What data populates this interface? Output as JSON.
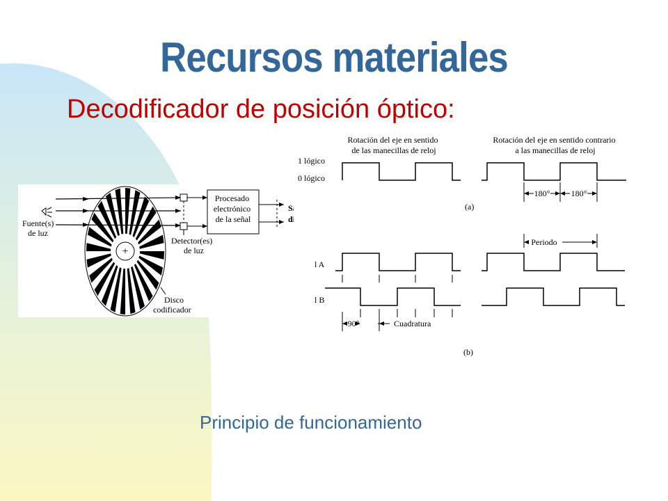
{
  "slide": {
    "title": "Recursos materiales",
    "subtitle": "Decodificador de posición óptico:",
    "caption": "Principio de funcionamiento"
  },
  "encoder": {
    "light_source": [
      "Fuente(s)",
      "de luz"
    ],
    "processor": [
      "Procesado",
      "electrónico",
      "de la señal"
    ],
    "output": [
      "Salida",
      "digital"
    ],
    "detector": [
      "Detector(es)",
      "de luz"
    ],
    "disk": [
      "Disco",
      "codificador"
    ],
    "center_mark": "+"
  },
  "waveforms": {
    "heading_cw": [
      "Rotación del eje en sentido",
      "de las manecillas de reloj"
    ],
    "heading_ccw": [
      "Rotación del eje en sentido contrario",
      "a las manecillas de reloj"
    ],
    "level_high": "1 lógico",
    "level_low": "0 lógico",
    "label_a": "(a)",
    "label_b": "(b)",
    "deg_180_1": "180°",
    "deg_180_2": "180°",
    "periodo": "Periodo",
    "channel_a": "l A",
    "channel_b": "l B",
    "deg_90": "90°",
    "cuadratura": "Cuadratura"
  },
  "colors": {
    "title": "#336699",
    "subtitle": "#c00000",
    "caption": "#336699",
    "bg_blue": "#cfe8f7",
    "bg_yellow": "#fbf7c4"
  }
}
